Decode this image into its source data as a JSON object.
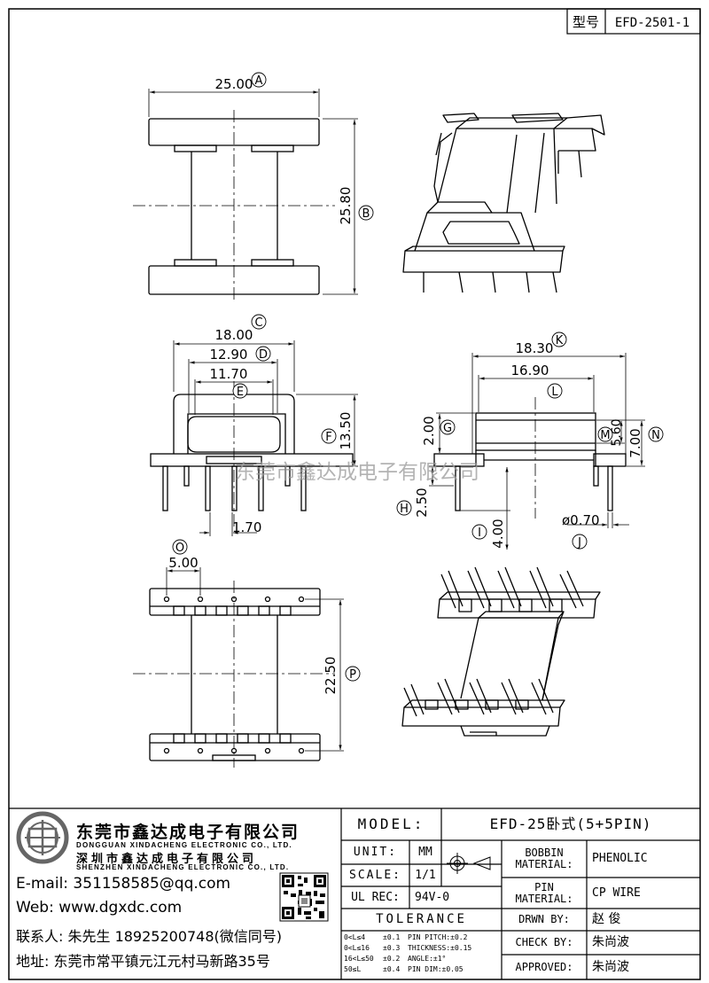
{
  "header": {
    "model_label": "型号",
    "model_value": "EFD-2501-1"
  },
  "dims": {
    "A": "25.00",
    "B": "25.80",
    "C": "18.00",
    "D": "12.90",
    "E": "11.70",
    "F": "13.50",
    "G": "2.00",
    "H": "2.50",
    "I": "4.00",
    "J": "ø0.70",
    "K": "18.30",
    "L": "16.90",
    "M": "5.60",
    "N": "7.00",
    "O": "5.00",
    "P": "22.50",
    "pin_gap": "1.70"
  },
  "markers": {
    "A": "A",
    "B": "B",
    "C": "C",
    "D": "D",
    "E": "E",
    "F": "F",
    "G": "G",
    "H": "H",
    "I": "I",
    "J": "J",
    "K": "K",
    "L": "L",
    "M": "M",
    "N": "N",
    "O": "O",
    "P": "P"
  },
  "watermark": "东莞市鑫达成电子有限公司",
  "company": {
    "name_dg": "东莞市鑫达成电子有限公司",
    "name_dg_en": "DONGGUAN XINDACHENG ELECTRONIC CO., LTD.",
    "name_sz": "深圳市鑫达成电子有限公司",
    "name_sz_en": "SHENZHEN XINDACHENG ELECTRONIC CO., LTD.",
    "email": "E-mail:  351158585@qq.com",
    "web": "Web:  www.dgxdc.com",
    "contact": "联系人:  朱先生 18925200748(微信同号)",
    "address": "地址:  东莞市常平镇元江元村马新路35号"
  },
  "title_block": {
    "model_label": "MODEL:",
    "model_value": "EFD-25卧式(5+5PIN)",
    "unit_label": "UNIT:",
    "unit_value": "MM",
    "scale_label": "SCALE:",
    "scale_value": "1/1",
    "ulrec_label": "UL REC:",
    "ulrec_value": "94V-0",
    "tolerance_label": "TOLERANCE",
    "tol_rows": [
      [
        "0<L≤4",
        "±0.1",
        "PIN PITCH:±0.2"
      ],
      [
        "0<L≤16",
        "±0.3",
        "THICKNESS:±0.15"
      ],
      [
        "16<L≤50",
        "±0.2",
        "ANGLE:±1°"
      ],
      [
        "50≤L",
        "±0.4",
        "PIN DIM:±0.05"
      ]
    ],
    "bobbin_label": "BOBBIN\nMATERIAL:",
    "bobbin_value": "PHENOLIC",
    "pin_label": "PIN\nMATERIAL:",
    "pin_value": "CP WIRE",
    "drawn_label": "DRWN BY:",
    "drawn_value": "赵  俊",
    "check_label": "CHECK BY:",
    "check_value": "朱尚波",
    "approved_label": "APPROVED:",
    "approved_value": "朱尚波"
  },
  "colors": {
    "line": "#000000",
    "watermark": "#9a9a9a",
    "logo": "#666666"
  }
}
